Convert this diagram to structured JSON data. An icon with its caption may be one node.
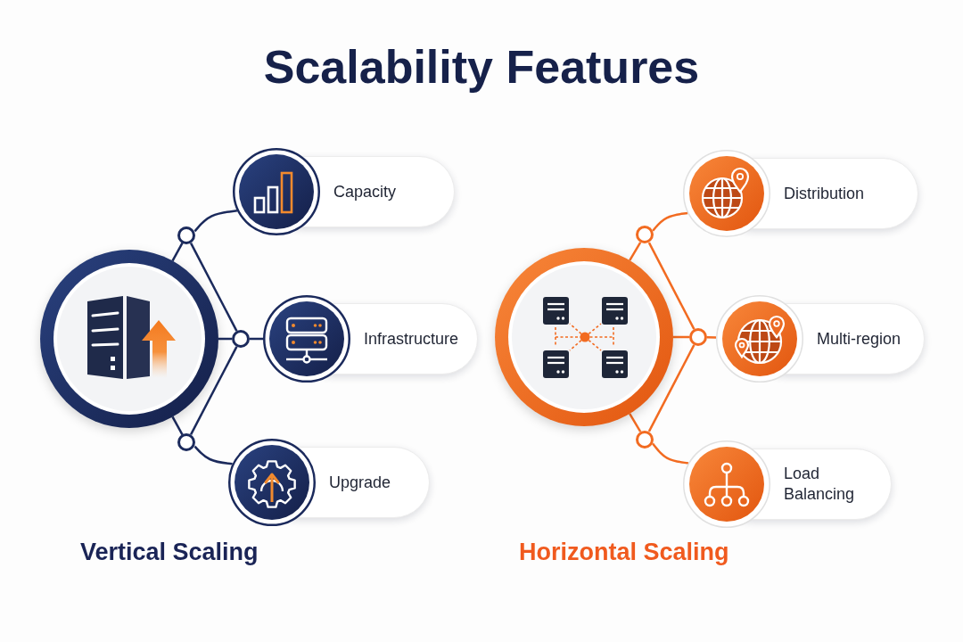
{
  "diagram": {
    "title": "Scalability Features",
    "nodes": [
      {
        "text": [],
        "shape": "circle"
      },
      {
        "text": [],
        "shape": "circle"
      },
      {
        "text": [],
        "shape": "circle"
      },
      {
        "text": [],
        "shape": "circle"
      },
      {
        "text": [
          "Capacity"
        ]
      },
      {
        "text": [
          "Infrastructure"
        ]
      },
      {
        "text": [
          "Upgrade"
        ]
      },
      {
        "text": [],
        "shape": "circle"
      },
      {
        "text": [],
        "shape": "circle"
      },
      {
        "text": [],
        "shape": "circle"
      },
      {
        "text": [],
        "shape": "circle"
      },
      {
        "text": [
          "Distribution"
        ]
      },
      {
        "text": [
          "Multi-region"
        ]
      },
      {
        "text": [
          "Load Balancing"
        ]
      }
    ],
    "edges": [
      {
        "from": 0,
        "to": 1,
        "arrow": "none",
        "color": "#1b2a5c"
      },
      {
        "from": 1,
        "to": 4,
        "arrow": "none",
        "color": "#1b2a5c"
      },
      {
        "from": 1,
        "to": 2,
        "arrow": "none",
        "color": "#1b2a5c"
      },
      {
        "from": 0,
        "to": 2,
        "arrow": "none",
        "color": "#1b2a5c"
      },
      {
        "from": 2,
        "to": 5,
        "arrow": "none",
        "color": "#1b2a5c"
      },
      {
        "from": 2,
        "to": 3,
        "arrow": "none",
        "color": "#1b2a5c"
      },
      {
        "from": 0,
        "to": 3,
        "arrow": "none",
        "color": "#1b2a5c"
      },
      {
        "from": 3,
        "to": 6,
        "arrow": "none",
        "color": "#1b2a5c"
      },
      {
        "from": 7,
        "to": 8,
        "arrow": "none",
        "color": "#f26b21"
      },
      {
        "from": 8,
        "to": 11,
        "arrow": "none",
        "color": "#f26b21"
      },
      {
        "from": 8,
        "to": 9,
        "arrow": "none",
        "color": "#f26b21"
      },
      {
        "from": 7,
        "to": 9,
        "arrow": "none",
        "color": "#f26b21"
      },
      {
        "from": 9,
        "to": 12,
        "arrow": "none",
        "color": "#f26b21"
      },
      {
        "from": 9,
        "to": 10,
        "arrow": "none",
        "color": "#f26b21"
      },
      {
        "from": 7,
        "to": 10,
        "arrow": "none",
        "color": "#f26b21"
      },
      {
        "from": 10,
        "to": 13,
        "arrow": "none",
        "color": "#f26b21"
      }
    ],
    "labels": [
      "Vertical Scaling",
      "Horizontal Scaling"
    ]
  }
}
